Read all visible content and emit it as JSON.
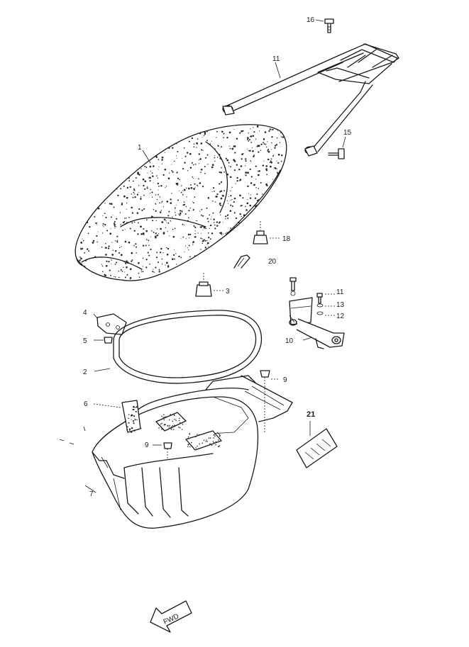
{
  "callouts": {
    "p1": "1",
    "p2": "2",
    "p3": "3",
    "p4": "4",
    "p5": "5",
    "p6": "6",
    "p7": "7",
    "p9a": "9",
    "p9b": "9",
    "p10": "10",
    "p11a": "11",
    "p11b": "11",
    "p12": "12",
    "p13": "13",
    "p15": "15",
    "p16": "16",
    "p18": "18",
    "p20": "20",
    "p21": "21"
  },
  "direction_marker": "FWD",
  "colors": {
    "ink": "#1a1a1a",
    "paper": "#ffffff"
  }
}
